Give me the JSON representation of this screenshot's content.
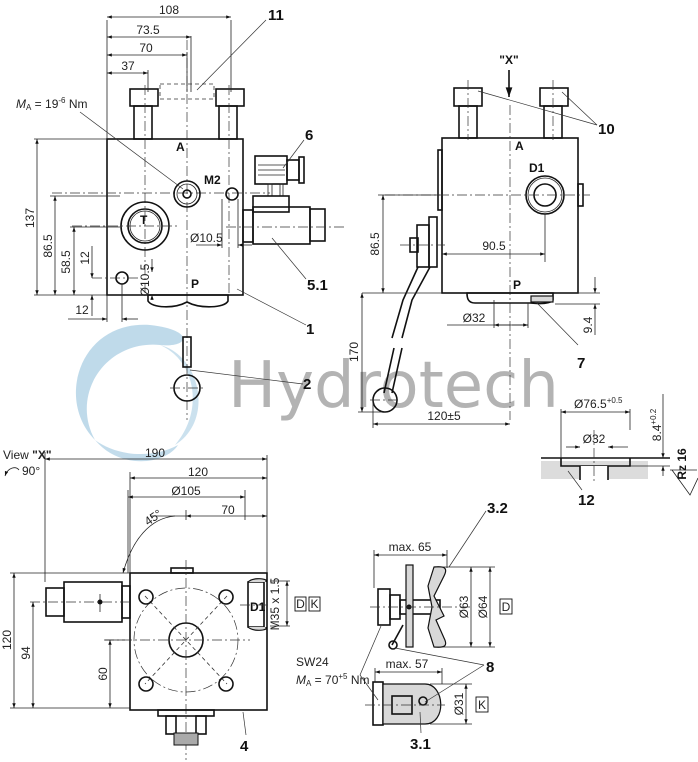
{
  "watermark": {
    "text": "Hydrotech",
    "logo_color": "#a9cde3",
    "text_color": "#9a9a9a"
  },
  "front_view": {
    "dims_horizontal": [
      "108",
      "73.5",
      "70",
      "37"
    ],
    "dims_vertical": [
      "137",
      "86.5",
      "58.5",
      "12"
    ],
    "dim_bottom_left": "12",
    "torque_label_prefix": "M",
    "torque_label_sub": "A",
    "torque_label_value": " = 19",
    "torque_label_sup": "-6",
    "torque_label_unit": " Nm",
    "port_a": "A",
    "port_m2": "M2",
    "port_t": "T",
    "port_p": "P",
    "dia_right": "Ø10.5",
    "dia_left": "Ø10.5"
  },
  "side_view": {
    "view_marker": "\"X\"",
    "port_a": "A",
    "port_d1": "D1",
    "port_p": "P",
    "dim_86_5": "86.5",
    "dim_90_5": "90.5",
    "dim_32": "Ø32",
    "dim_9_4": "9.4",
    "dim_170": "170",
    "dim_120": "120±5"
  },
  "detail_12": {
    "dim_76_5": "Ø76.5",
    "dim_76_5_tol": "+0.5",
    "dim_32": "Ø32",
    "dim_8_4": "8.4",
    "dim_8_4_tol": "+0.2",
    "roughness": "Rz 16"
  },
  "view_x": {
    "title_prefix": "View ",
    "title_bold": "\"X\"",
    "rotation": "90°",
    "dim_190": "190",
    "dim_120h": "120",
    "dim_105": "Ø105",
    "dim_70": "70",
    "angle": "45°",
    "dim_120v": "120",
    "dim_94": "94",
    "dim_60": "60",
    "thread": "M35 x 1.5",
    "port_d1": "D1",
    "box_d": "D",
    "box_k": "K"
  },
  "caps": {
    "sw": "SW24",
    "torque_prefix": "M",
    "torque_sub": "A",
    "torque_value": " = 70",
    "torque_sup": "+5",
    "torque_unit": " Nm",
    "max65": "max. 65",
    "max57": "max. 57",
    "dia63": "Ø63",
    "dia64": "Ø64",
    "dia31": "Ø31",
    "box_d": "D",
    "box_k": "K"
  },
  "callouts": {
    "c1": "1",
    "c2": "2",
    "c3_1": "3.1",
    "c3_2": "3.2",
    "c4": "4",
    "c5_1": "5.1",
    "c6": "6",
    "c7": "7",
    "c8": "8",
    "c10": "10",
    "c11": "11",
    "c12": "12"
  }
}
